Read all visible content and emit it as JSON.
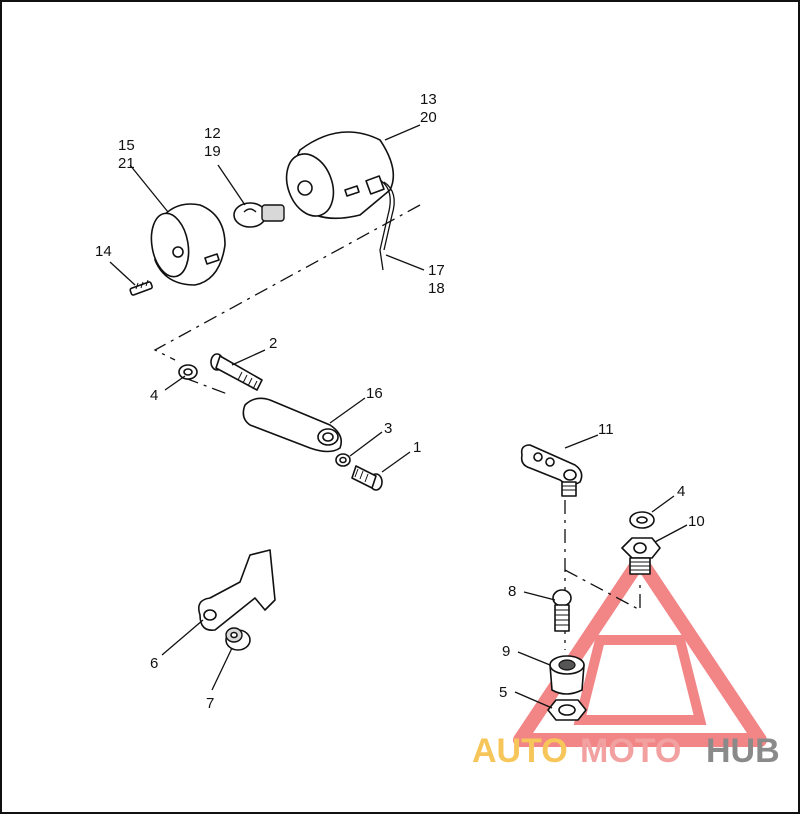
{
  "diagram": {
    "callouts": {
      "c1": "1",
      "c2": "2",
      "c3": "3",
      "c4a": "4",
      "c4b": "4",
      "c5": "5",
      "c6": "6",
      "c7": "7",
      "c8": "8",
      "c9": "9",
      "c10": "10",
      "c11": "11",
      "c12": "12",
      "c13": "13",
      "c14": "14",
      "c15": "15",
      "c16": "16",
      "c17": "17",
      "c18": "18",
      "c19": "19",
      "c20": "20",
      "c21": "21"
    }
  },
  "watermark": {
    "part1": "AUTO",
    "part2": "MOTO",
    "part3": "HUB",
    "colors": {
      "auto": "#f7c65a",
      "moto": "#f2a0a0",
      "hub": "#8a8a8a",
      "triangle": "#f07070"
    }
  }
}
